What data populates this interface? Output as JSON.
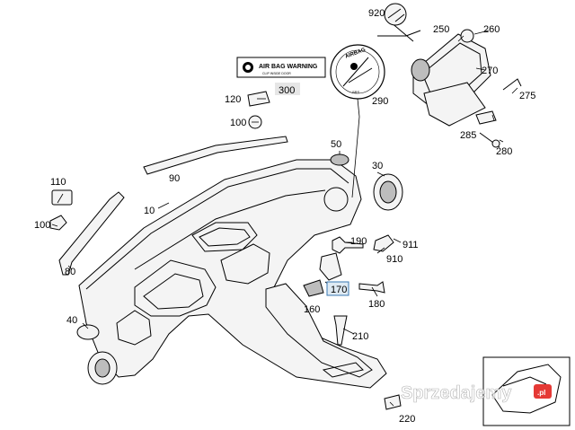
{
  "labels": {
    "p10": "10",
    "p30": "30",
    "p40": "40",
    "p50": "50",
    "p80": "80",
    "p90": "90",
    "p100a": "100",
    "p100b": "100",
    "p110": "110",
    "p120": "120",
    "p160": "160",
    "p170": "170",
    "p180": "180",
    "p190": "190",
    "p210": "210",
    "p220": "220",
    "p250": "250",
    "p260": "260",
    "p270": "270",
    "p275": "275",
    "p280": "280",
    "p285": "285",
    "p290": "290",
    "p300": "300",
    "p910": "910",
    "p911": "911",
    "p920": "920"
  },
  "stickers": {
    "airbag_warning": "AIR BAG WARNING",
    "airbag_warning_small": "CLIP INSIDE DOOR",
    "airbags_round": "AIRBAG",
    "airbags_round_sub": "SRS"
  },
  "highlighted_label": "170",
  "watermark": {
    "text": "Sprzedajemy",
    "badge": ".pl"
  }
}
